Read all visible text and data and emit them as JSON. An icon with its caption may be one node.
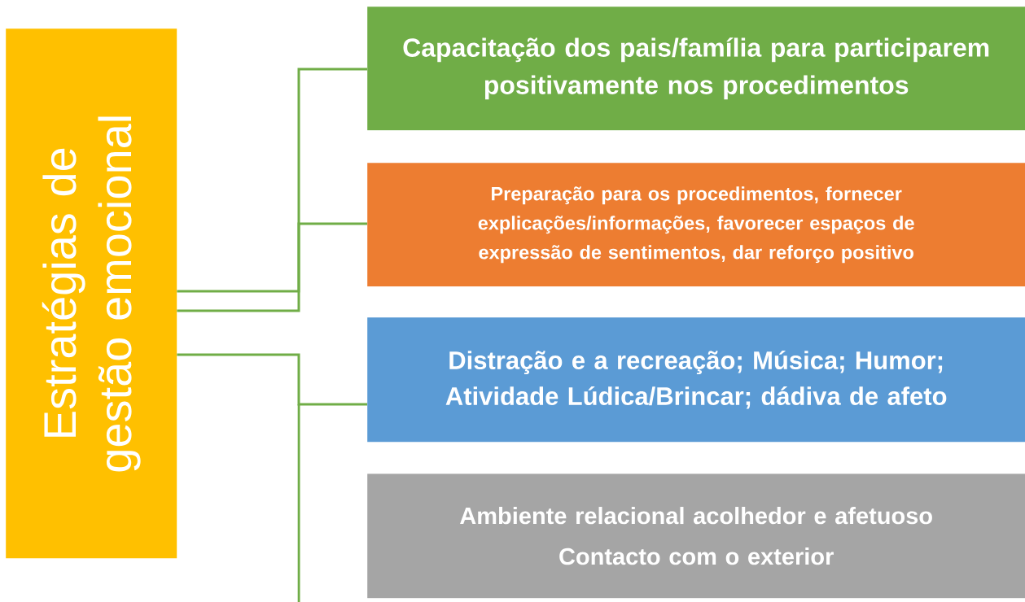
{
  "diagram": {
    "nodes": [
      {
        "text": [
          "Estratégias de gestão emocional"
        ]
      },
      {
        "text": [
          "Capacitação dos pais/família para participarem positivamente nos procedimentos"
        ]
      },
      {
        "text": [
          "Preparação para os procedimentos, fornecer explicações/informações, favorecer espaços de expressão de sentimentos, dar reforço positivo"
        ]
      },
      {
        "text": [
          "Distração e a recreação; Música; Humor; Atividade Lúdica/Brincar; dádiva de afeto"
        ]
      },
      {
        "text": [
          "Ambiente relacional acolhedor e afetuoso",
          "Contacto com o exterior"
        ]
      }
    ],
    "edges": [
      {
        "from": 0,
        "to": 1,
        "arrow": "none"
      },
      {
        "from": 0,
        "to": 2,
        "arrow": "none"
      },
      {
        "from": 0,
        "to": 3,
        "arrow": "none"
      }
    ]
  }
}
